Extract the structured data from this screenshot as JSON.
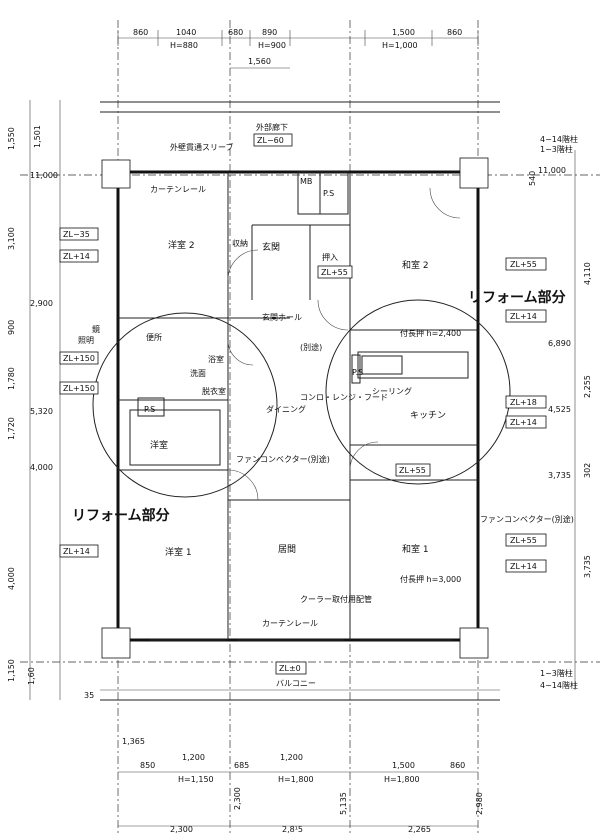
{
  "reform_label": "リフォーム部分",
  "top_dims": {
    "d1": "860",
    "d2": "1040",
    "d3": "H=880",
    "d4": "680",
    "d5": "890",
    "d6": "H=900",
    "d7": "1,500",
    "d8": "H=1,000",
    "d9": "860",
    "d10": "1,560"
  },
  "bottom_dims": {
    "d1": "850",
    "d2": "1,200",
    "d3": "H=1,150",
    "d4": "685",
    "d5": "1,200",
    "d6": "H=1,800",
    "d7": "1,500",
    "d8": "H=1,800",
    "d9": "860",
    "d10": "2,300",
    "d11": "2,300",
    "d12": "2,8¹5",
    "d13": "2,265",
    "d14": "5,135",
    "d15": "2,980",
    "d16": "1,365"
  },
  "left_dims": {
    "d1": "1,550",
    "d2": "1,501",
    "d3": "11,000",
    "d4": "3,100",
    "d5": "2,900",
    "d6": "900",
    "d7": "1,780",
    "d8": "5,320",
    "d9": "1,720",
    "d10": "4,000",
    "d11": "4,000",
    "d12": "1,150",
    "d13": "1,60",
    "d14": "35"
  },
  "right_dims": {
    "d1": "11,000",
    "d2": "4,110",
    "d3": "6,890",
    "d4": "2,255",
    "d5": "4,525",
    "d6": "3,735",
    "d7": "3,735",
    "d8": "540",
    "d9": "302"
  },
  "rooms": {
    "yoshitsu2": "洋室 2",
    "washitsu2": "和室 2",
    "yoshitsu1": "洋室 1",
    "washitsu1": "和室 1",
    "yoshitsu3": "洋室",
    "genkan": "玄関",
    "genkan_hall": "玄関ホール",
    "kitchen": "キッチン",
    "living": "居間",
    "storage1": "収納",
    "oshiire1": "押入",
    "oshiire2": "押入",
    "bath": "浴室",
    "datsui": "脱衣室",
    "washroom": "洗面",
    "toilet": "便所",
    "ps1": "P.S",
    "ps2": "P.S",
    "ps3": "P.S",
    "mb": "MB"
  },
  "levels": {
    "zl35": "ZL−35",
    "zl14a": "ZL+14",
    "zl150a": "ZL+150",
    "zl150b": "ZL+150",
    "zl14b": "ZL+14",
    "zl55a": "ZL+55",
    "zl55b": "ZL+55",
    "zl14c": "ZL+14",
    "zl18": "ZL+18",
    "zl14d": "ZL+14",
    "zl55c": "ZL+55",
    "zl14e": "ZL+14",
    "zl55d": "ZL+55",
    "zl60": "ZL−60",
    "zl0": "ZL±0"
  },
  "notes": {
    "curtain_rail1": "カーテンレール",
    "curtain_rail2": "カーテンレール",
    "corridor": "外部廊下",
    "fan_converter1": "ファンコンベクター(別途)",
    "fan_converter2": "ファンコンベクター(別途)",
    "ceiling1": "付長押 h=2,400",
    "ceiling2": "付長押 h=3,000",
    "sealing": "シーリング",
    "counter": "コンロ・レンジ・フード",
    "balcony": "バルコニー",
    "cooler": "クーラー取付用配管",
    "column1": "4−14階柱",
    "column2": "1−3階柱",
    "column3": "1−3階柱",
    "column4": "4−14階柱",
    "sleeve": "外壁貫通スリーブ",
    "mirror": "鏡",
    "lighting": "照明",
    "dining": "ダイニング",
    "separate": "(別途)"
  }
}
